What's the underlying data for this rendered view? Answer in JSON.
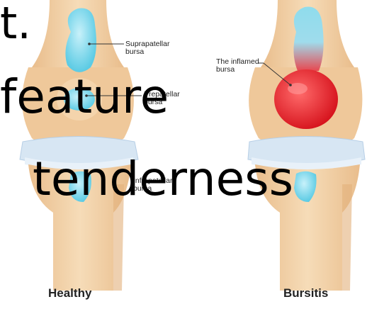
{
  "overlay_text": {
    "line1": "t.",
    "line2": "feature",
    "line3": "tenderness"
  },
  "diagram": {
    "healthy": {
      "caption": "Healthy",
      "labels": {
        "suprapatellar": [
          "Suprapatellar",
          "bursa"
        ],
        "prepatellar": [
          "Prepatellar",
          "bursa"
        ],
        "infrapatellar": [
          "Infrapatellar",
          "bursa"
        ]
      }
    },
    "bursitis": {
      "caption": "Bursitis",
      "labels": {
        "inflamed": [
          "The inflamed",
          "bursa"
        ]
      }
    }
  },
  "colors": {
    "bone": "#f2d2a6",
    "bone_shade": "#e4b786",
    "cartilage": "#d7e6f3",
    "bursa": "#7fd6ea",
    "inflamed": "#e8232b"
  }
}
